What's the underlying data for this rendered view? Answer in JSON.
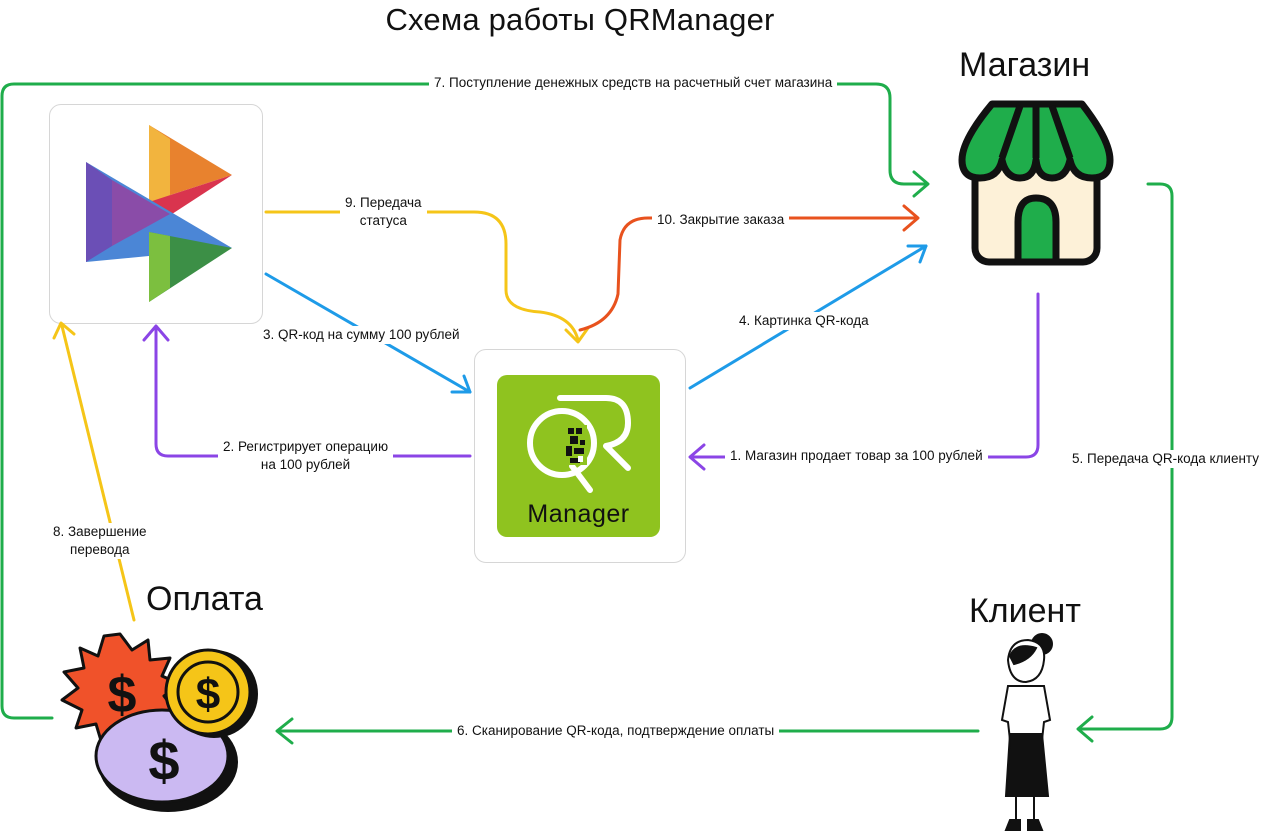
{
  "title": "Схема работы QRManager",
  "nodes": {
    "shop": "Магазин",
    "client": "Клиент",
    "payment": "Оплата",
    "qr_logo_text": "Manager"
  },
  "edges": {
    "e1": "1. Магазин продает товар за 100 рублей",
    "e2_l1": "2. Регистрирует операцию",
    "e2_l2": "на 100 рублей",
    "e3": "3. QR-код на сумму 100 рублей",
    "e4": "4. Картинка QR-кода",
    "e5": "5. Передача QR-кода клиенту",
    "e6": "6. Сканирование QR-кода, подтверждение оплаты",
    "e7": "7. Поступление денежных средств на расчетный счет магазина",
    "e8_l1": "8. Завершение",
    "e8_l2": "перевода",
    "e9_l1": "9. Передача",
    "e9_l2": "статуса",
    "e10": "10. Закрытие заказа"
  },
  "colors": {
    "green": "#1fad4b",
    "purple": "#8b45e6",
    "blue": "#1e9be8",
    "yellow": "#f5c518",
    "orange": "#e8521e",
    "qr_bg": "#8fc31f"
  }
}
